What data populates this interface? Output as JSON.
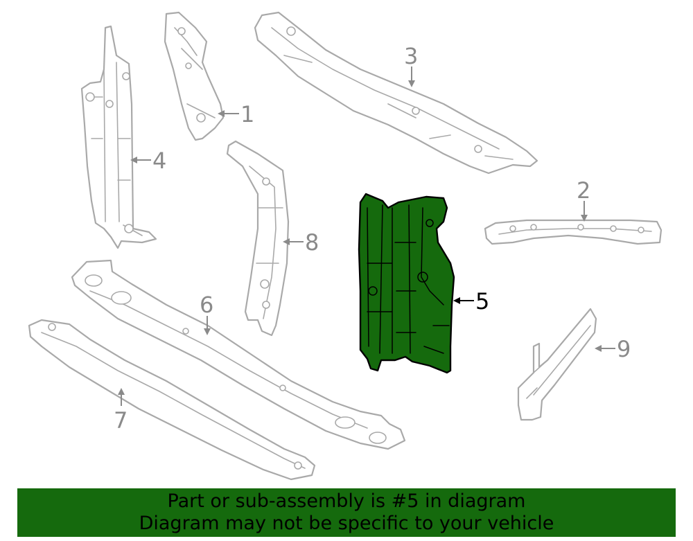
{
  "diagram": {
    "highlight_color": "#156a0d",
    "part_outline_color": "#a9a9a9",
    "highlighted_part": "5",
    "callouts": [
      {
        "id": "1",
        "label": "1"
      },
      {
        "id": "2",
        "label": "2"
      },
      {
        "id": "3",
        "label": "3"
      },
      {
        "id": "4",
        "label": "4"
      },
      {
        "id": "5",
        "label": "5"
      },
      {
        "id": "6",
        "label": "6"
      },
      {
        "id": "7",
        "label": "7"
      },
      {
        "id": "8",
        "label": "8"
      },
      {
        "id": "9",
        "label": "9"
      }
    ]
  },
  "banner": {
    "line1": "Part or sub-assembly is #5 in diagram",
    "line2": "Diagram may not be specific to your vehicle",
    "background": "#156a0d"
  }
}
